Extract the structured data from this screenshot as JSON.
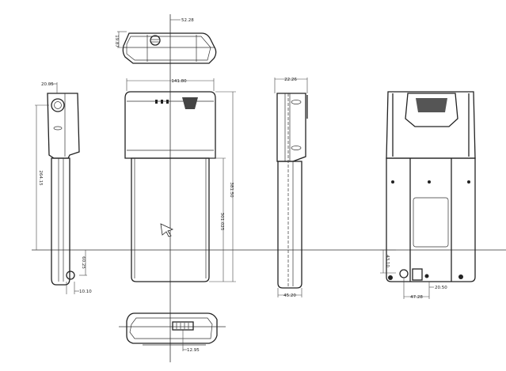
{
  "drawing": {
    "title": "Battery pack orthographic views",
    "dimensions": {
      "top_offset": "52.28",
      "top_height": "19.87",
      "overall_width": "141.80",
      "side_top_offset": "20.05",
      "side_length": "264.15",
      "side_bottom": "60.25",
      "side_hole": "10.10",
      "right_width": "22.26",
      "right_bottom_width": "45.20",
      "front_overall_height": "381.50",
      "front_lower_height": "301.025",
      "back_height": "43.10",
      "back_offset": "20.50",
      "back_width": "47.28",
      "bottom_offset": "12.95"
    }
  }
}
